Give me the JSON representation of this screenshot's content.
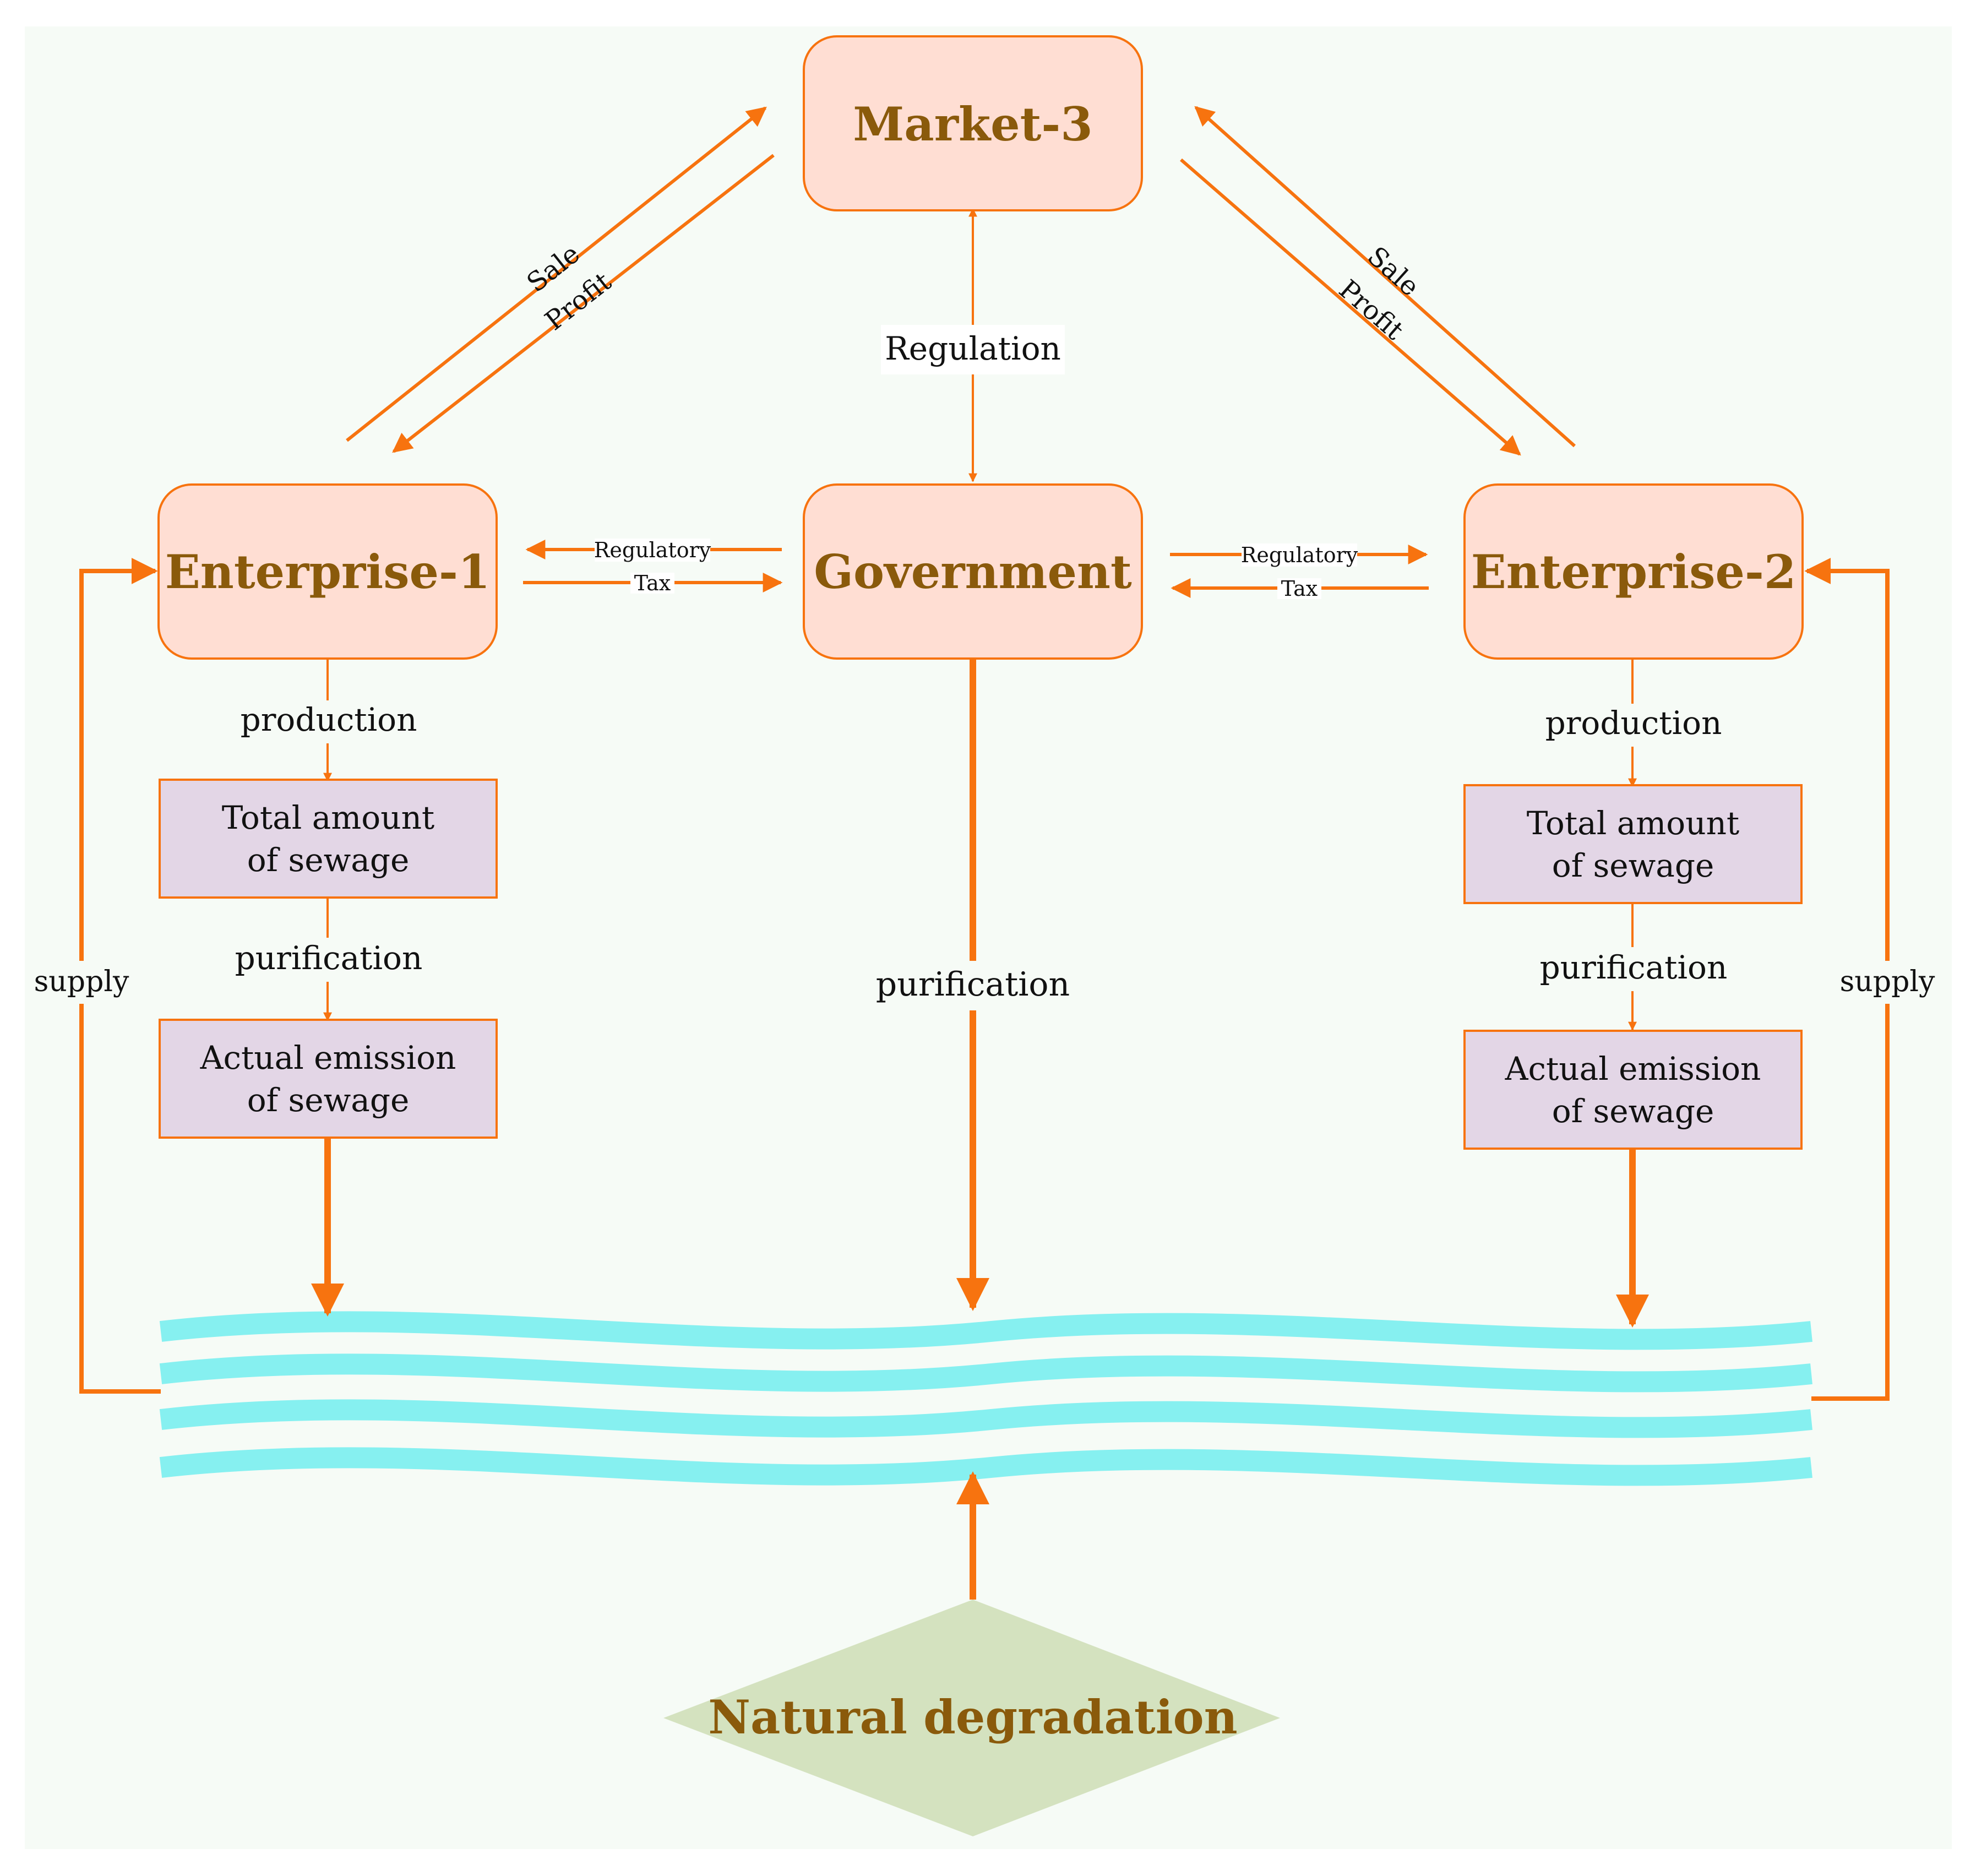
{
  "colors": {
    "background": "#f6fbf6",
    "arrow": "#f7730f",
    "node_fill": "#ffded3",
    "node_stroke": "#f7730f",
    "sewage_fill": "#e3d6e6",
    "title_text": "#8a5a0b",
    "water": "#86f0f0",
    "diamond_fill": "#d4e2bf"
  },
  "nodes": {
    "market": "Market-3",
    "enterprise1": "Enterprise-1",
    "government": "Government",
    "enterprise2": "Enterprise-2",
    "natural": "Natural degradation"
  },
  "boxes": {
    "e1_total": [
      "Total amount",
      "of sewage"
    ],
    "e1_actual": [
      "Actual emission",
      "of sewage"
    ],
    "e2_total": [
      "Total amount",
      "of sewage"
    ],
    "e2_actual": [
      "Actual emission",
      "of sewage"
    ]
  },
  "edges": {
    "sale_left": "Sale",
    "profit_left": "Profit",
    "sale_right": "Sale",
    "profit_right": "Profit",
    "regulation": "Regulation",
    "regulatory_left": "Regulatory",
    "tax_left": "Tax",
    "regulatory_right": "Regulatory",
    "tax_right": "Tax",
    "production_left": "production",
    "purification_left": "purification",
    "production_right": "production",
    "purification_right": "purification",
    "purification_center": "purification",
    "supply_left": "supply",
    "supply_right": "supply"
  }
}
